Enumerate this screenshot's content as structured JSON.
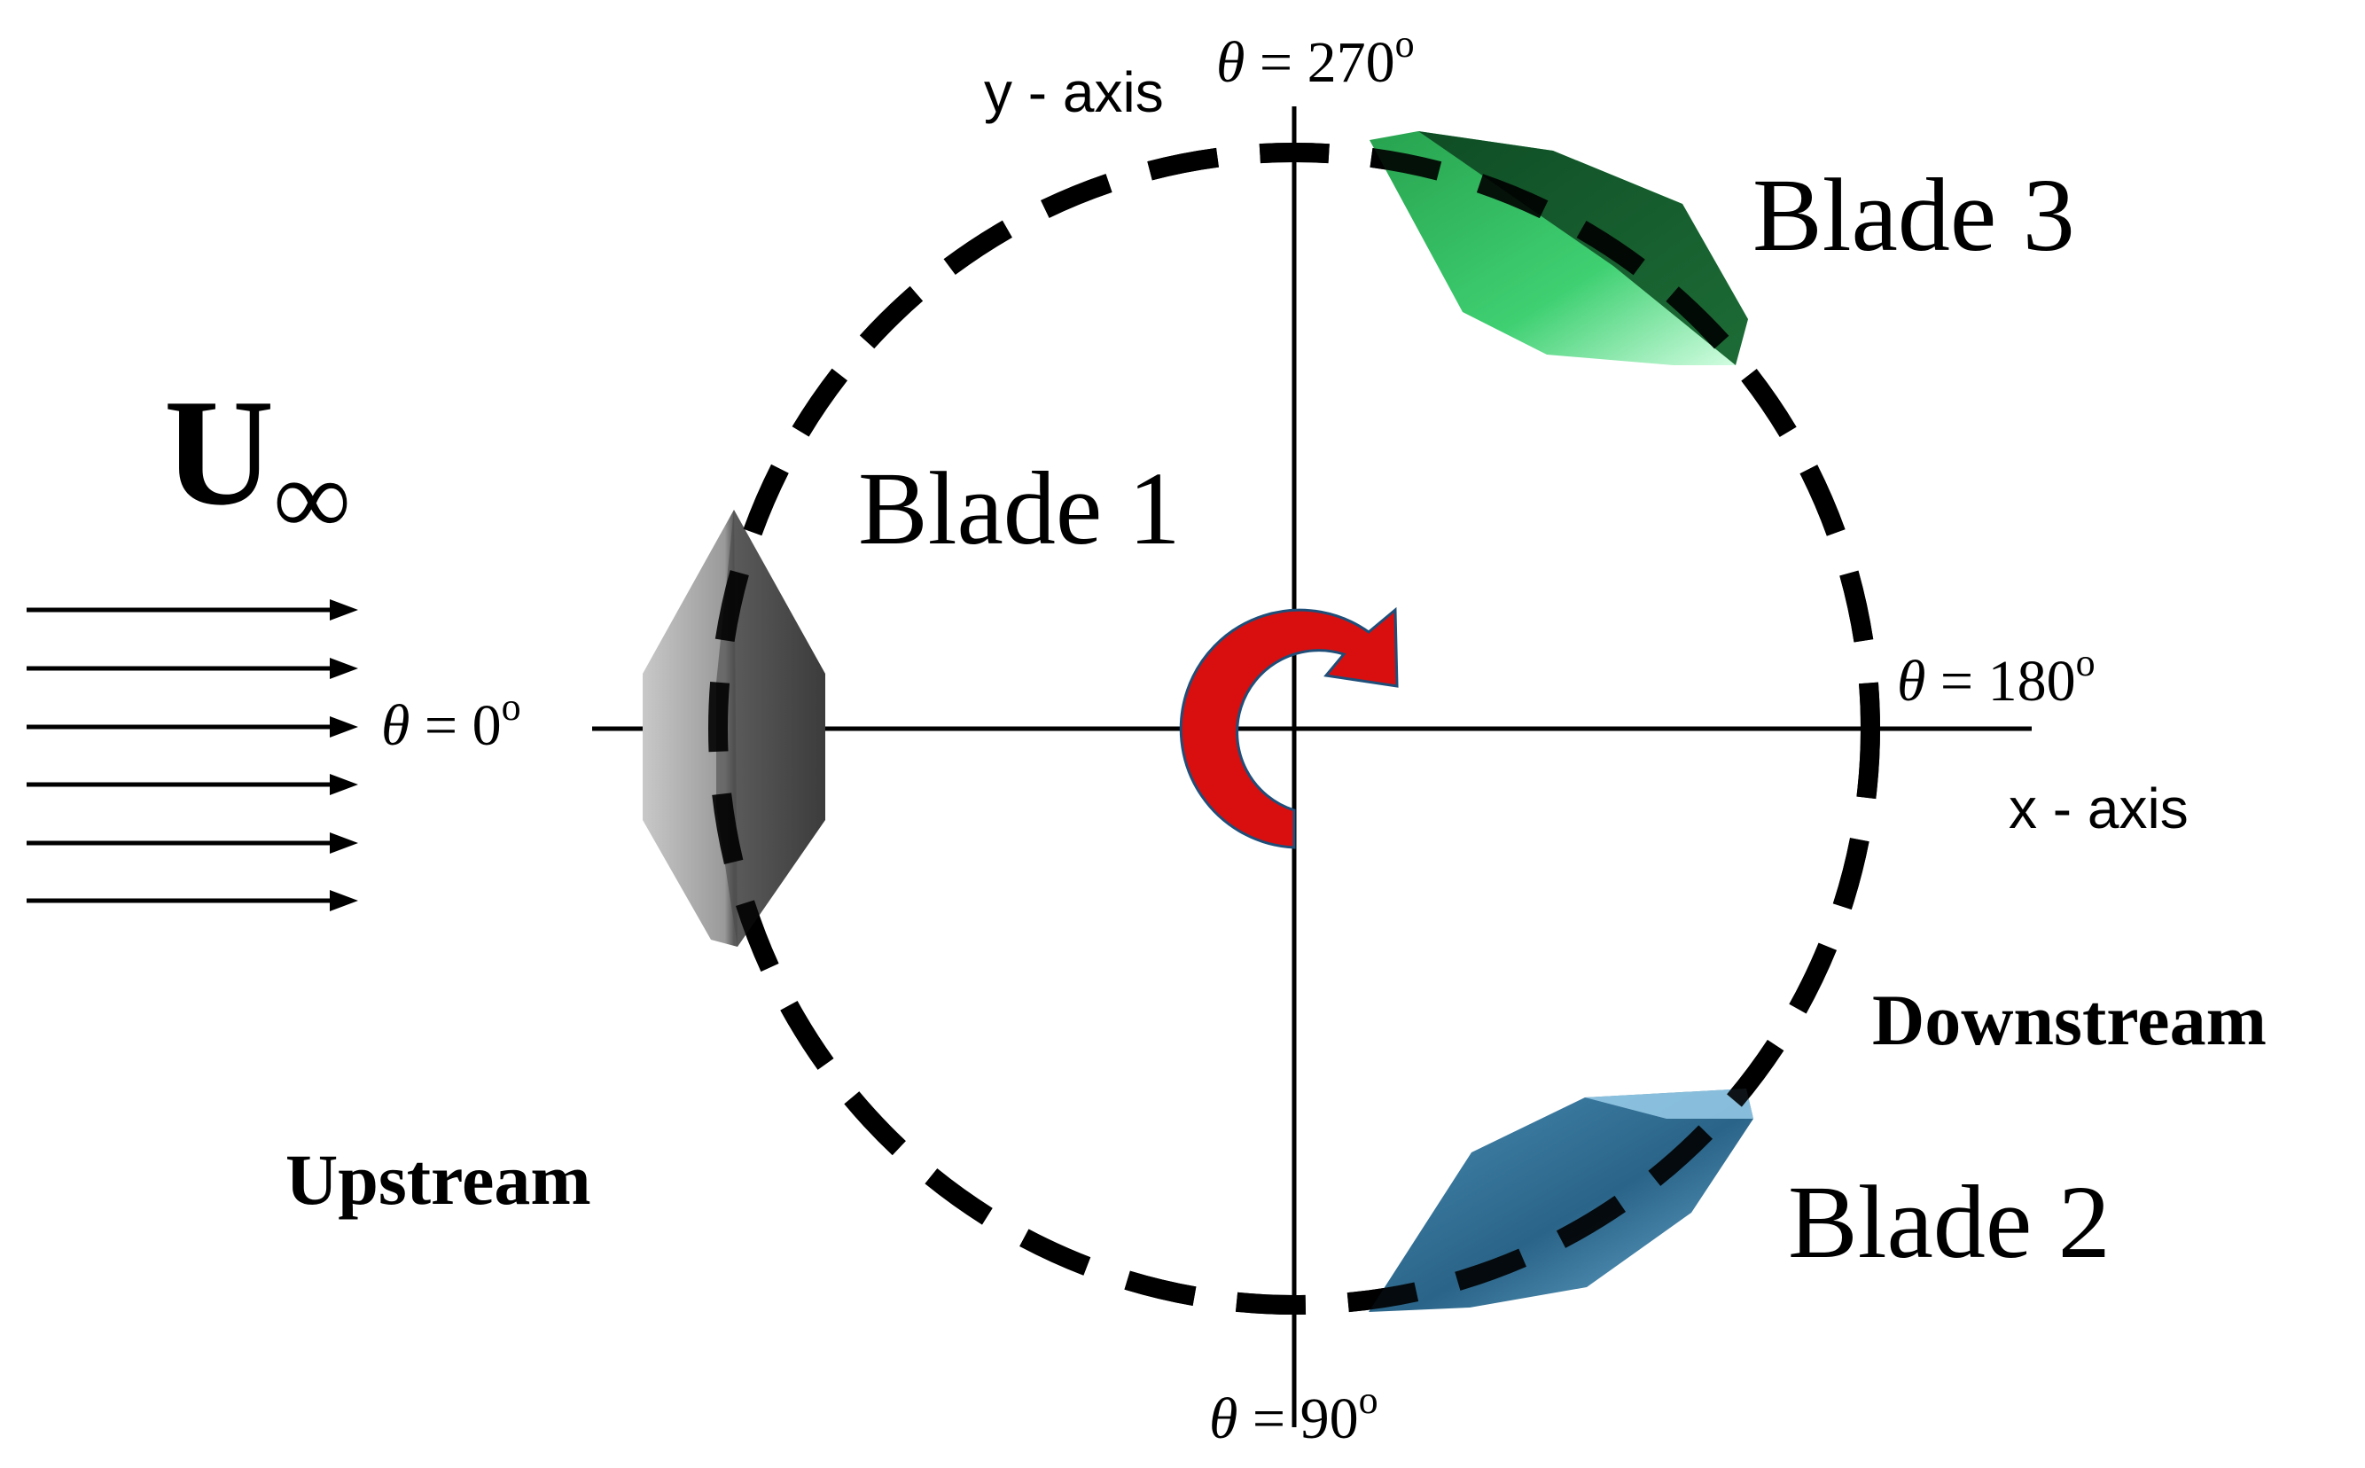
{
  "free_stream": {
    "symbol": "U",
    "subscript": "∞"
  },
  "blades": {
    "blade1": {
      "label": "Blade 1",
      "color": "#6e6e6e"
    },
    "blade2": {
      "label": "Blade 2",
      "color": "#2f6f93"
    },
    "blade3": {
      "label": "Blade 3",
      "color": "#1f9a4a"
    }
  },
  "axes": {
    "x_label": "x - axis",
    "y_label": "y - axis"
  },
  "angles": {
    "a0": {
      "symbol": "θ",
      "equals": " = ",
      "value": "0",
      "unit": "o"
    },
    "a90": {
      "symbol": "θ",
      "equals": " = ",
      "value": "90",
      "unit": "o"
    },
    "a180": {
      "symbol": "θ",
      "equals": " = ",
      "value": "180",
      "unit": "o"
    },
    "a270": {
      "symbol": "θ",
      "equals": " = ",
      "value": "270",
      "unit": "o"
    }
  },
  "regions": {
    "upstream": "Upstream",
    "downstream": "Downstream"
  },
  "rotation": {
    "icon": "counterclockwise-rotation-arrow",
    "color": "#d90f0f"
  },
  "colors": {
    "axis": "#000000",
    "orbit": "#000000"
  }
}
